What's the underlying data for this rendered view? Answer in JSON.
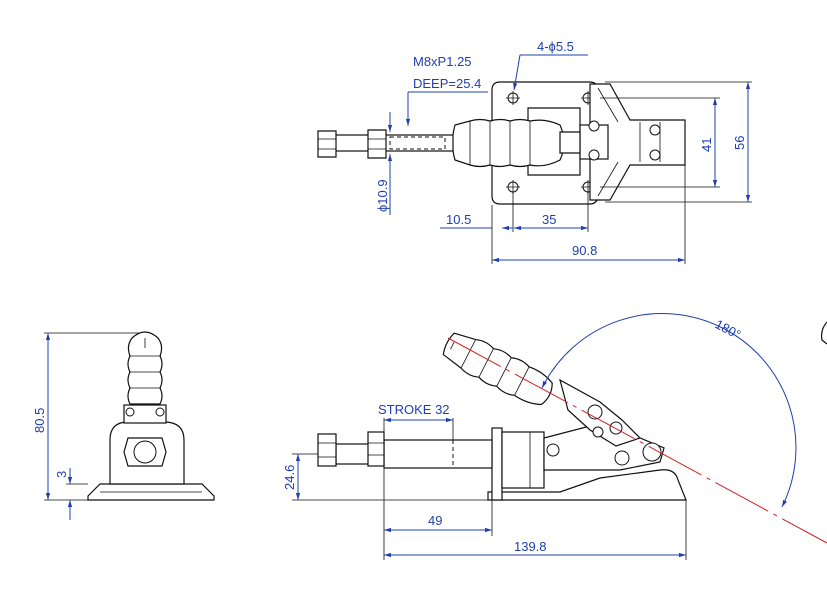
{
  "drawing": {
    "colors": {
      "dimension": "#1f3fb0",
      "outline": "#111111",
      "centerline": "#d42020"
    },
    "top_view": {
      "thread_note_line1": "M8xP1.25",
      "thread_note_line2": "DEEP=25.4",
      "holes_note": "4-ϕ5.5",
      "dim_diameter": "ϕ10.9",
      "dim_10_5": "10.5",
      "dim_35": "35",
      "dim_90_8": "90.8",
      "dim_41": "41",
      "dim_56": "56"
    },
    "side_view": {
      "dim_80_5": "80.5",
      "dim_3": "3"
    },
    "front_view": {
      "stroke_label": "STROKE 32",
      "dim_24_6": "24.6",
      "dim_49": "49",
      "dim_139_8": "139.8",
      "angle_label": "180°"
    }
  }
}
